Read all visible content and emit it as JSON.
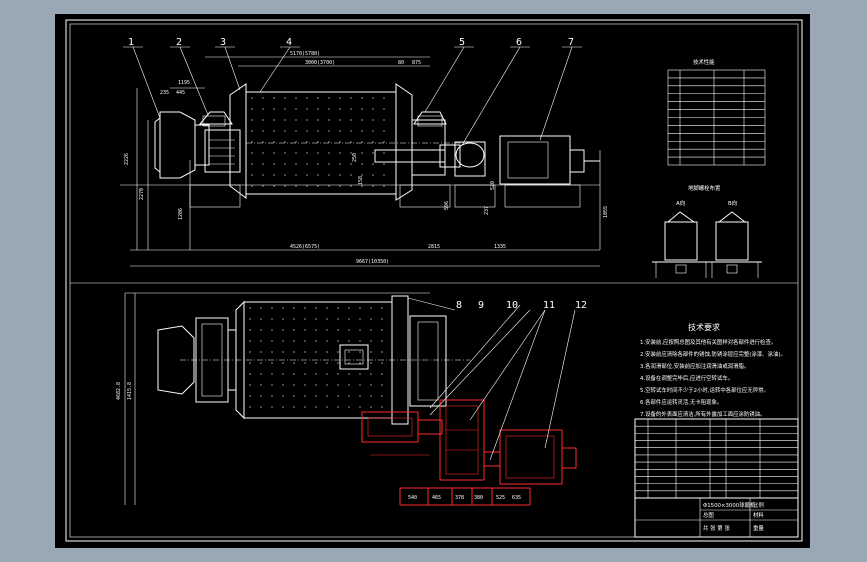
{
  "colors": {
    "outer_bg": "#9aa7b5",
    "canvas_bg": "#000000",
    "line": "#ffffff",
    "highlight": "#ff2a2a"
  },
  "part_numbers_top": [
    "1",
    "2",
    "3",
    "4",
    "5",
    "6",
    "7"
  ],
  "part_numbers_bottom": [
    "8",
    "9",
    "10",
    "11",
    "12"
  ],
  "top_dims": {
    "overall_top": "5170(5780)",
    "shell": "3000(3700)",
    "d80": "80",
    "d875": "875",
    "d235": "235",
    "d445": "445",
    "d1195": "1195",
    "left_h": "2226",
    "left_h2": "2270",
    "h1206": "1206",
    "h250": "250",
    "h158": "158",
    "h596": "596",
    "h520": "520",
    "h237": "237",
    "h1055": "1055",
    "bottom1": "4526(6575)",
    "bottom2": "2815",
    "bottom3": "1335",
    "bottom_total": "9667(10350)"
  },
  "plan_dims": {
    "v1": "4682.8",
    "v2": "1415.8",
    "red": [
      "540",
      "465",
      "378",
      "380",
      "525",
      "635"
    ]
  },
  "tech_table": {
    "title": "技术性能"
  },
  "detail_view": {
    "title": "地脚螺栓布置",
    "labels": [
      "A向",
      "B向"
    ]
  },
  "requirements": {
    "title": "技术要求",
    "items": [
      "1.安装前,应按照总图及其他有关图样对各部件进行检查。",
      "2.安装前应清除各部件的锈蚀,防锈涂层应完整(涂漆、涂油)。",
      "3.各润滑部位,安装前应加注润滑油或润滑脂。",
      "4.设备在调整完毕后,应进行空转试车。",
      "5.空转试车时间不少于2小时,运转中各部位应无异常。",
      "6.各部件应运转灵活,无卡阻现象。",
      "7.设备的外表面应清洁,所有外露加工面应涂防锈油。"
    ]
  },
  "title_block": {
    "scale": "比例",
    "sheet": "共 张 第 张",
    "product": "Φ1500×3000球磨机",
    "drawing": "总图",
    "material_label": "材料",
    "weight_label": "重量"
  }
}
